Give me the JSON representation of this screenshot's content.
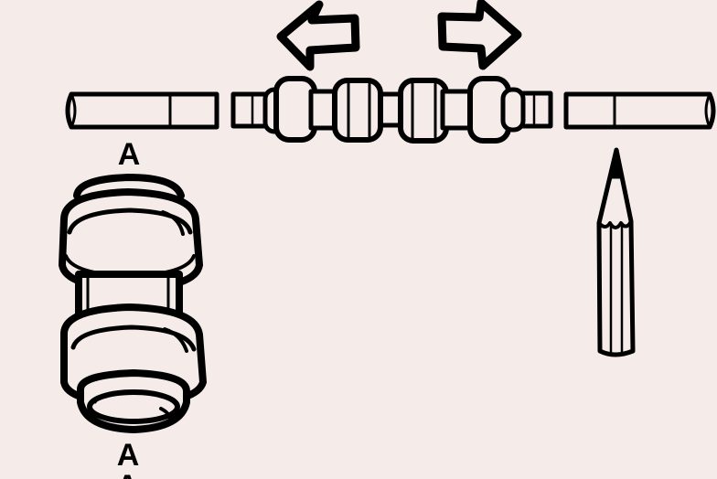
{
  "labels": {
    "top": "A",
    "bottom": "A",
    "bottom_cut": "A"
  },
  "colors": {
    "background": "#f5ecea",
    "ink": "#000000",
    "fill": "#f5ecea"
  },
  "icons": {
    "left_arrow": "arrow-left-icon",
    "right_arrow": "arrow-right-icon",
    "pencil": "pencil-icon"
  }
}
